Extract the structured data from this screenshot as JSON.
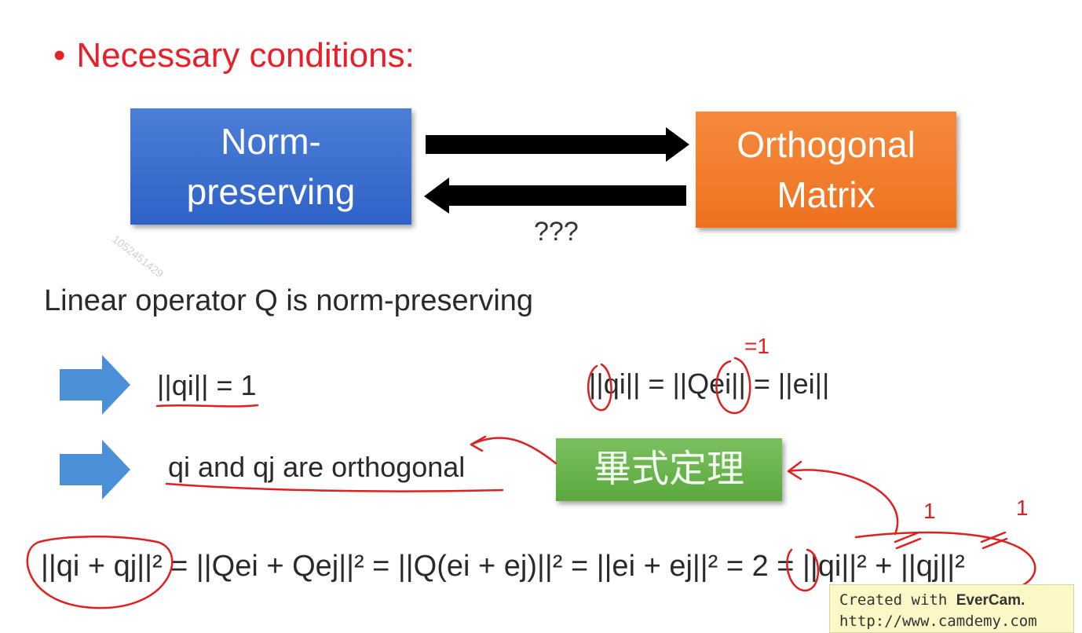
{
  "bullet": {
    "symbol": "•",
    "text": "Necessary conditions:"
  },
  "diagram": {
    "left_box_line1": "Norm-",
    "left_box_line2": "preserving",
    "right_box_line1": "Orthogonal",
    "right_box_line2": "Matrix",
    "arrow_label": "???",
    "watermark": "1052451429"
  },
  "statement": "Linear operator Q is norm-preserving",
  "results": {
    "first": "||qi|| = 1",
    "second": "qi and qj are orthogonal",
    "derivation": "||qi|| = ||Qei|| = ||ei||",
    "theorem_box": "畢式定理"
  },
  "proof_equation": "||qi + qj||² = ||Qei + Qej||² = ||Q(ei + ej)||² = ||ei + ej||² = 2 = ||qi||² + ||qj||²",
  "annotations": {
    "eq_one": "=1",
    "one_a": "1",
    "one_b": "1"
  },
  "overlay_note": {
    "line1_prefix": "Created with ",
    "line1_brand": "EverCam.",
    "line2": "http://www.camdemy.com"
  },
  "colors": {
    "title_red": "#e8202a",
    "box_blue": "#3a6fcf",
    "box_orange": "#f07c2a",
    "box_green": "#66b04a",
    "arrow_blue": "#4a90d6",
    "ink_red": "#e02020"
  }
}
